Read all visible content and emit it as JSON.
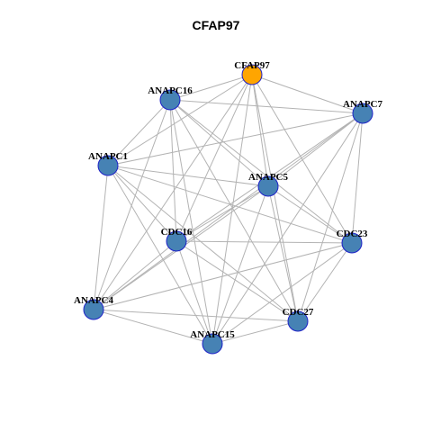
{
  "title": "CFAP97",
  "colors": {
    "focus": "#FFA500",
    "node": "#4682B4",
    "border": "#1E22C8",
    "edge": "#B3B3B3"
  },
  "nodes": [
    {
      "id": "CFAP97",
      "label": "CFAP97",
      "focus": true
    },
    {
      "id": "ANAPC16",
      "label": "ANAPC16",
      "focus": false
    },
    {
      "id": "ANAPC7",
      "label": "ANAPC7",
      "focus": false
    },
    {
      "id": "ANAPC1",
      "label": "ANAPC1",
      "focus": false
    },
    {
      "id": "ANAPC5",
      "label": "ANAPC5",
      "focus": false
    },
    {
      "id": "CDC16",
      "label": "CDC16",
      "focus": false
    },
    {
      "id": "CDC23",
      "label": "CDC23",
      "focus": false
    },
    {
      "id": "ANAPC4",
      "label": "ANAPC4",
      "focus": false
    },
    {
      "id": "CDC27",
      "label": "CDC27",
      "focus": false
    },
    {
      "id": "ANAPC15",
      "label": "ANAPC15",
      "focus": false
    }
  ],
  "edges": [
    [
      "CFAP97",
      "ANAPC16"
    ],
    [
      "CFAP97",
      "ANAPC7"
    ],
    [
      "CFAP97",
      "ANAPC1"
    ],
    [
      "CFAP97",
      "ANAPC5"
    ],
    [
      "CFAP97",
      "CDC16"
    ],
    [
      "CFAP97",
      "CDC23"
    ],
    [
      "CFAP97",
      "ANAPC4"
    ],
    [
      "CFAP97",
      "CDC27"
    ],
    [
      "CFAP97",
      "ANAPC15"
    ],
    [
      "ANAPC16",
      "ANAPC7"
    ],
    [
      "ANAPC16",
      "ANAPC1"
    ],
    [
      "ANAPC16",
      "ANAPC5"
    ],
    [
      "ANAPC16",
      "CDC16"
    ],
    [
      "ANAPC16",
      "CDC23"
    ],
    [
      "ANAPC16",
      "ANAPC4"
    ],
    [
      "ANAPC16",
      "CDC27"
    ],
    [
      "ANAPC16",
      "ANAPC15"
    ],
    [
      "ANAPC7",
      "ANAPC1"
    ],
    [
      "ANAPC7",
      "ANAPC5"
    ],
    [
      "ANAPC7",
      "CDC16"
    ],
    [
      "ANAPC7",
      "CDC23"
    ],
    [
      "ANAPC7",
      "ANAPC4"
    ],
    [
      "ANAPC7",
      "CDC27"
    ],
    [
      "ANAPC7",
      "ANAPC15"
    ],
    [
      "ANAPC1",
      "ANAPC5"
    ],
    [
      "ANAPC1",
      "CDC16"
    ],
    [
      "ANAPC1",
      "CDC23"
    ],
    [
      "ANAPC1",
      "ANAPC4"
    ],
    [
      "ANAPC1",
      "CDC27"
    ],
    [
      "ANAPC1",
      "ANAPC15"
    ],
    [
      "ANAPC5",
      "CDC16"
    ],
    [
      "ANAPC5",
      "CDC23"
    ],
    [
      "ANAPC5",
      "ANAPC4"
    ],
    [
      "ANAPC5",
      "CDC27"
    ],
    [
      "ANAPC5",
      "ANAPC15"
    ],
    [
      "CDC16",
      "CDC23"
    ],
    [
      "CDC16",
      "ANAPC4"
    ],
    [
      "CDC16",
      "CDC27"
    ],
    [
      "CDC16",
      "ANAPC15"
    ],
    [
      "CDC23",
      "ANAPC4"
    ],
    [
      "CDC23",
      "CDC27"
    ],
    [
      "CDC23",
      "ANAPC15"
    ],
    [
      "ANAPC4",
      "CDC27"
    ],
    [
      "ANAPC4",
      "ANAPC15"
    ],
    [
      "CDC27",
      "ANAPC15"
    ]
  ]
}
